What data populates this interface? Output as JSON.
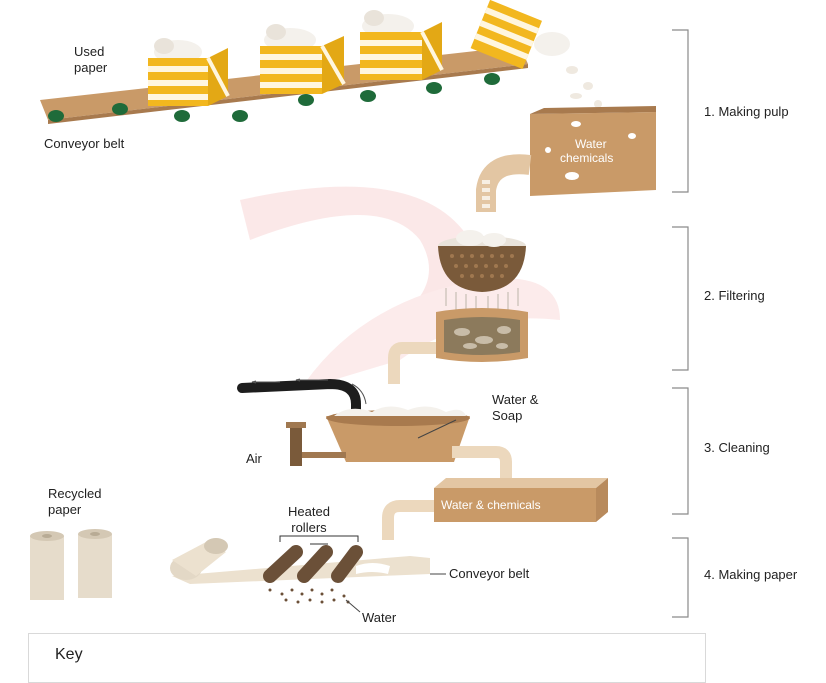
{
  "labels": {
    "used_paper": [
      "Used",
      "paper"
    ],
    "conveyor_belt_top": "Conveyor belt",
    "water_chemicals_vat": [
      "Water",
      "chemicals"
    ],
    "water_soap": [
      "Water &",
      "Soap"
    ],
    "air": "Air",
    "water_chemicals_box": "Water & chemicals",
    "recycled_paper": [
      "Recycled",
      "paper"
    ],
    "heated_rollers": [
      "Heated",
      "rollers"
    ],
    "conveyor_belt_bottom": "Conveyor belt",
    "water": "Water"
  },
  "stages": [
    {
      "label": "1. Making pulp"
    },
    {
      "label": "2. Filtering"
    },
    {
      "label": "3. Cleaning"
    },
    {
      "label": "4. Making paper"
    }
  ],
  "key": {
    "title": "Key"
  },
  "colors": {
    "tan": "#c99a68",
    "tan_light": "#e3c6a3",
    "yellow": "#f2b71f",
    "green": "#1f6b3a",
    "beige": "#ece1cf",
    "dark_brown": "#6b5038",
    "bracket": "#8a8a8a",
    "watermark": "#fbe3e3"
  }
}
